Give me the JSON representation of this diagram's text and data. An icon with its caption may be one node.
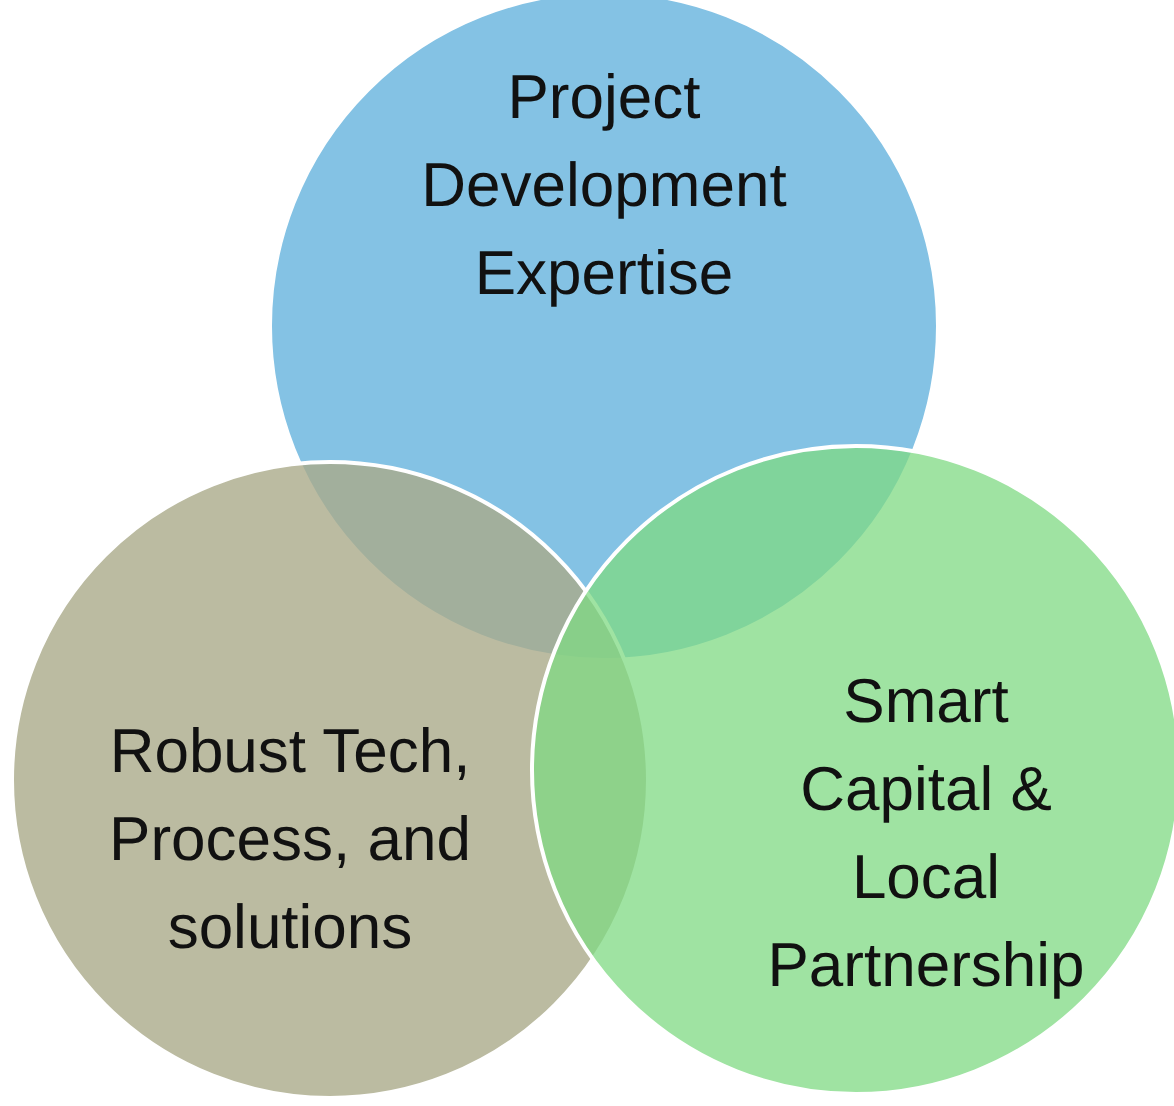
{
  "diagram": {
    "nodes": [
      {
        "text": [
          "Project Development Expertise"
        ]
      },
      {
        "text": [
          "Robust Tech, Process, and solutions"
        ]
      },
      {
        "text": [
          "Smart Capital & Local Partnership"
        ]
      }
    ]
  }
}
